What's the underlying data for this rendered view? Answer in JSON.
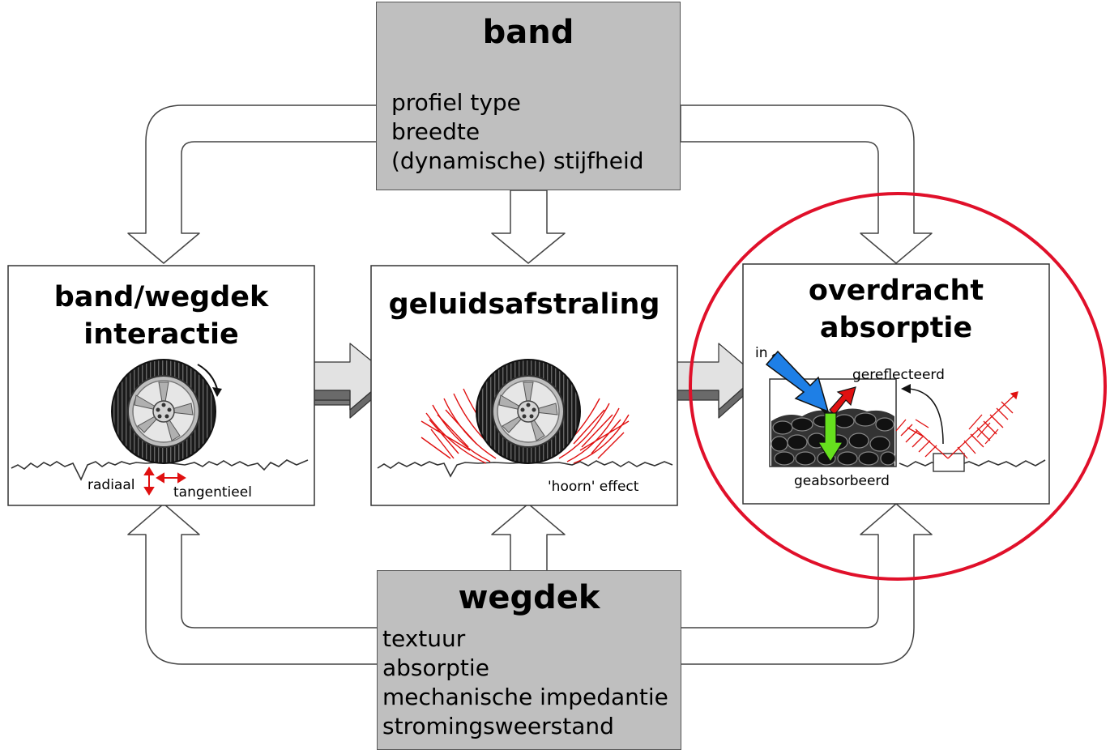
{
  "band": {
    "title": "band",
    "items": [
      "profiel type",
      "breedte",
      "(dynamische) stijfheid"
    ]
  },
  "wegdek": {
    "title": "wegdek",
    "items": [
      "textuur",
      "absorptie",
      "mechanische impedantie",
      "stromingsweerstand"
    ]
  },
  "interaction": {
    "title_line1": "band/wegdek",
    "title_line2": "interactie",
    "label_radial": "radiaal",
    "label_tangential": "tangentieel"
  },
  "radiation": {
    "title": "geluidsafstraling",
    "label_horn": "'hoorn' effect"
  },
  "transfer": {
    "title_line1": "overdracht",
    "title_line2": "absorptie",
    "label_in": "in",
    "label_reflected": "gereflecteerd",
    "label_absorbed": "geabsorbeerd"
  },
  "colors": {
    "box_gray": "#bfbfbf",
    "highlight_circle": "#e0102a",
    "incoming_arrow": "#1e7fe6",
    "absorbed_arrow": "#66e01e",
    "reflected_arrow": "#e01010",
    "horn_lines": "#e01010"
  }
}
